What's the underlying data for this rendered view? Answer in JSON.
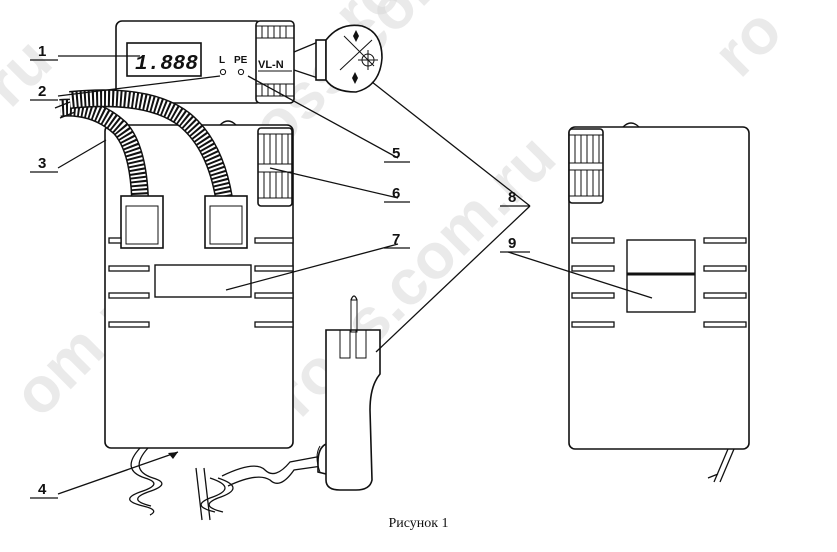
{
  "caption": "Рисунок 1",
  "display": {
    "reading": "1.888",
    "led_l": "L",
    "led_pe": "PE",
    "switch_label": "VL-N"
  },
  "watermarks": [
    "ross.com.ru",
    "ross.com.ru",
    "om.ru",
    "ross.com.ru",
    "ross",
    "ro",
    "ross.co",
    "ru"
  ],
  "callouts": [
    "1",
    "2",
    "3",
    "4",
    "5",
    "6",
    "7",
    "8",
    "9"
  ],
  "colors": {
    "line": "#111111",
    "watermark": "#d9d9d9",
    "background": "#ffffff"
  }
}
